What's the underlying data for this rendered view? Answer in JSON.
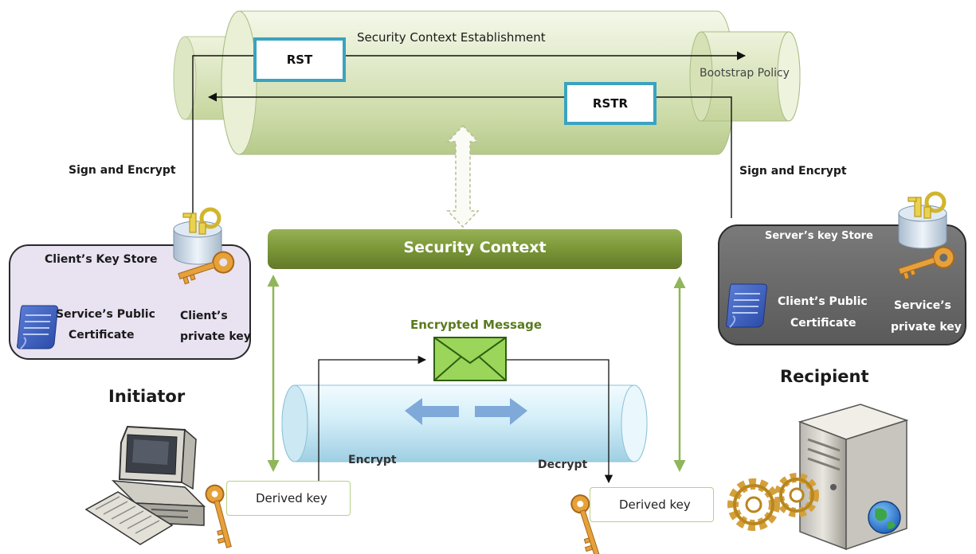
{
  "labels": {
    "tunnel_title": "Security Context Establishment",
    "rst": "RST",
    "rstr": "RSTR",
    "bootstrap_policy": "Bootstrap Policy",
    "sign_encrypt_left": "Sign and Encrypt",
    "sign_encrypt_right": "Sign and Encrypt",
    "security_context": "Security Context",
    "encrypted_message": "Encrypted Message",
    "encrypt": "Encrypt",
    "decrypt": "Decrypt",
    "derived_key_left": "Derived key",
    "derived_key_right": "Derived key",
    "initiator": "Initiator",
    "recipient": "Recipient"
  },
  "client_store": {
    "title": "Client’s Key Store",
    "cert_line1": "Service’s Public",
    "cert_line2": "Certificate",
    "key_line1": "Client’s",
    "key_line2": "private key"
  },
  "server_store": {
    "title": "Server’s key Store",
    "cert_line1": "Client’s Public",
    "cert_line2": "Certificate",
    "key_line1": "Service’s",
    "key_line2": "private key"
  },
  "colors": {
    "box_border": "#3aa3c0",
    "security_context_bar": "#7f9b3a",
    "client_store_bg": "#e9e3f2",
    "server_store_bg": "#6b6b6b",
    "green_arrow": "#8fb65a",
    "key_orange": "#e0982e",
    "envelope_green": "#8fcf4f"
  },
  "icons": [
    "key-icon",
    "key-store-icon",
    "certificate-icon",
    "envelope-icon",
    "desktop-computer-icon",
    "server-icon",
    "gears-icon",
    "globe-icon"
  ]
}
